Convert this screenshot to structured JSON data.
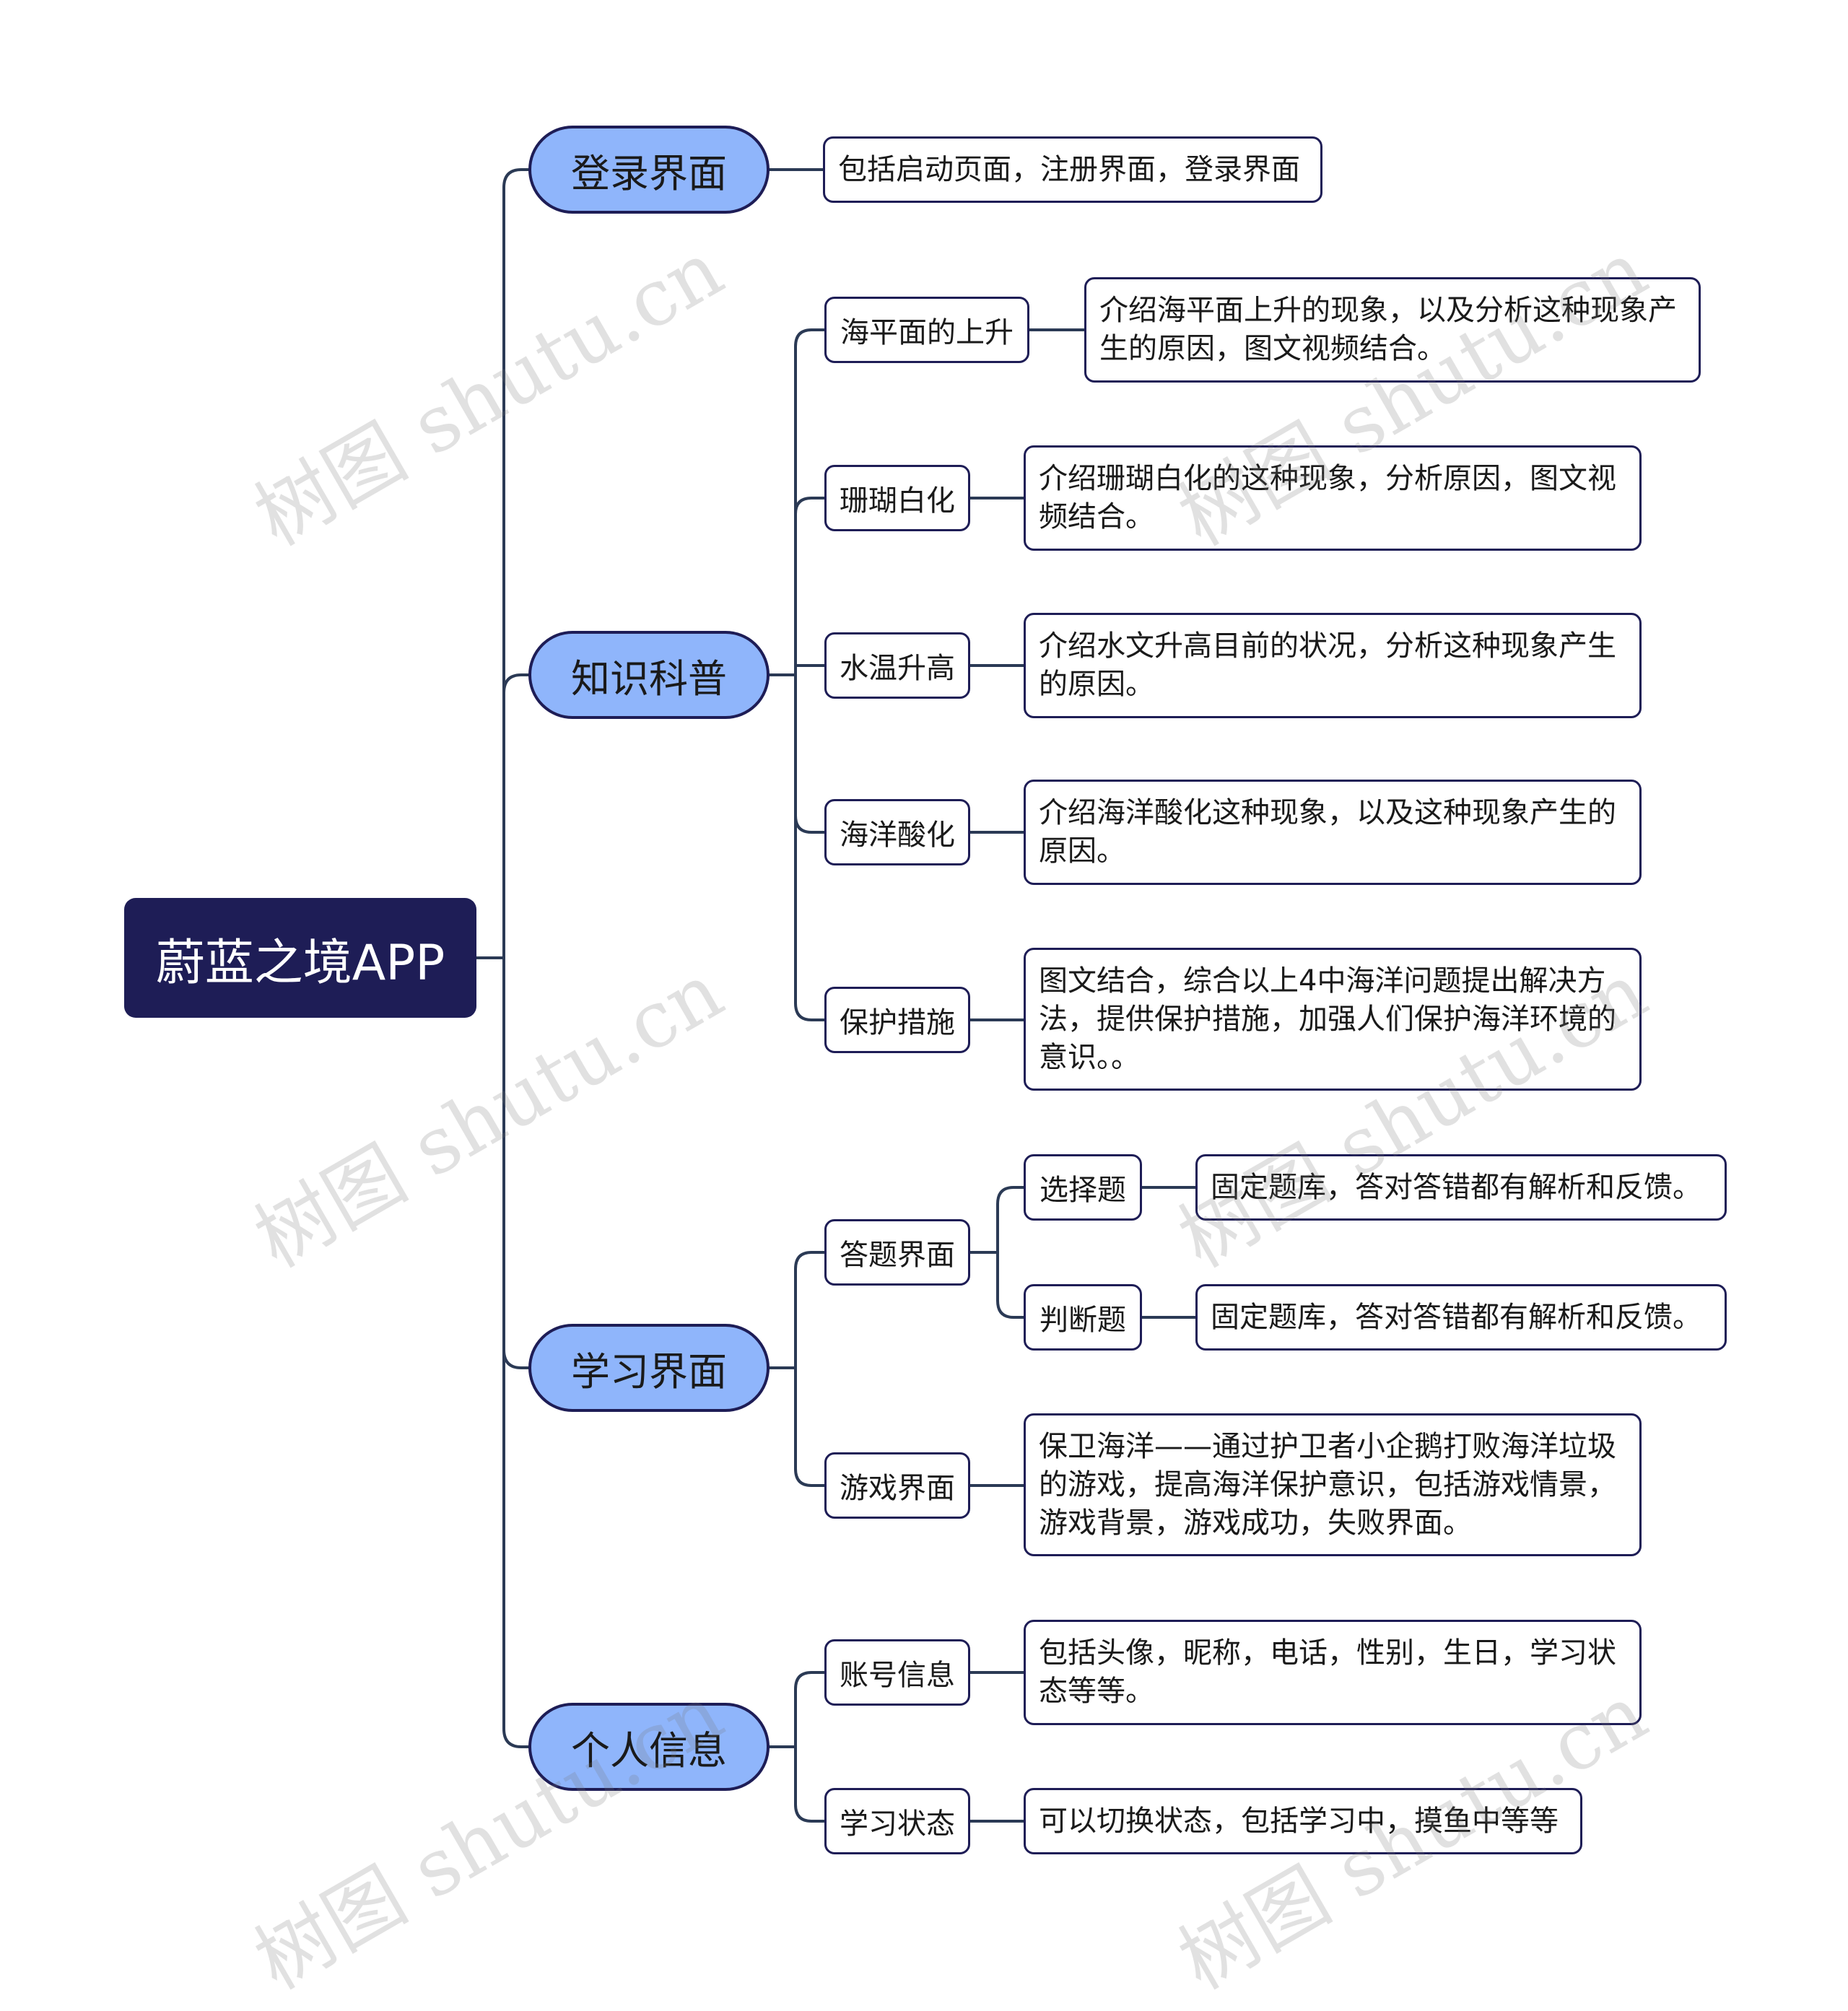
{
  "root": {
    "label": "蔚蓝之境APP"
  },
  "branches": [
    {
      "label": "登录界面",
      "leaf": "包括启动页面，注册界面，登录界面"
    },
    {
      "label": "知识科普",
      "children": [
        {
          "label": "海平面的上升",
          "leaf": "介绍海平面上升的现象，以及分析这种现象产生的原因，图文视频结合。"
        },
        {
          "label": "珊瑚白化",
          "leaf": "介绍珊瑚白化的这种现象，分析原因，图文视频结合。"
        },
        {
          "label": "水温升高",
          "leaf": "介绍水文升高目前的状况，分析这种现象产生的原因。"
        },
        {
          "label": "海洋酸化",
          "leaf": "介绍海洋酸化这种现象，以及这种现象产生的原因。"
        },
        {
          "label": "保护措施",
          "leaf": "图文结合，综合以上4中海洋问题提出解决方法，提供保护措施，加强人们保护海洋环境的意识。。"
        }
      ]
    },
    {
      "label": "学习界面",
      "children": [
        {
          "label": "答题界面",
          "children": [
            {
              "label": "选择题",
              "leaf": "固定题库，答对答错都有解析和反馈。"
            },
            {
              "label": "判断题",
              "leaf": "固定题库，答对答错都有解析和反馈。"
            }
          ]
        },
        {
          "label": "游戏界面",
          "leaf": "保卫海洋——通过护卫者小企鹅打败海洋垃圾的游戏，提高海洋保护意识，包括游戏情景，游戏背景，游戏成功，失败界面。"
        }
      ]
    },
    {
      "label": "个人信息",
      "children": [
        {
          "label": "账号信息",
          "leaf": "包括头像，昵称，电话，性别，生日，学习状态等等。"
        },
        {
          "label": "学习状态",
          "leaf": "可以切换状态，包括学习中，摸鱼中等等"
        }
      ]
    }
  ],
  "watermark": "树图 shutu.cn"
}
